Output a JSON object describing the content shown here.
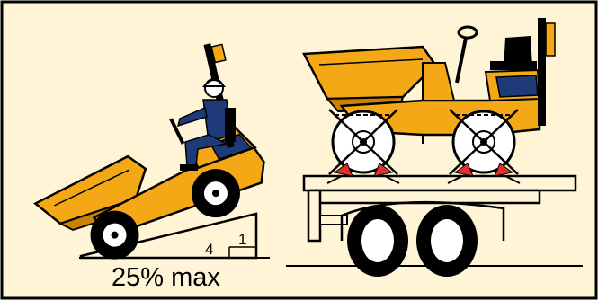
{
  "colors": {
    "background": "#FFF5D6",
    "dumper_body": "#F4A815",
    "dumper_shade": "#C98300",
    "operator": "#1E3A78",
    "outline": "#000000",
    "strap_marker": "#E0302A"
  },
  "ramp": {
    "ratio_run": "4",
    "ratio_rise": "1",
    "max_slope_label": "25% max"
  },
  "icons": [
    "dumper-on-ramp-icon",
    "operator-icon",
    "transport-truck-icon",
    "wheel-chock-prohibited-icon",
    "tie-down-strap-icon"
  ]
}
